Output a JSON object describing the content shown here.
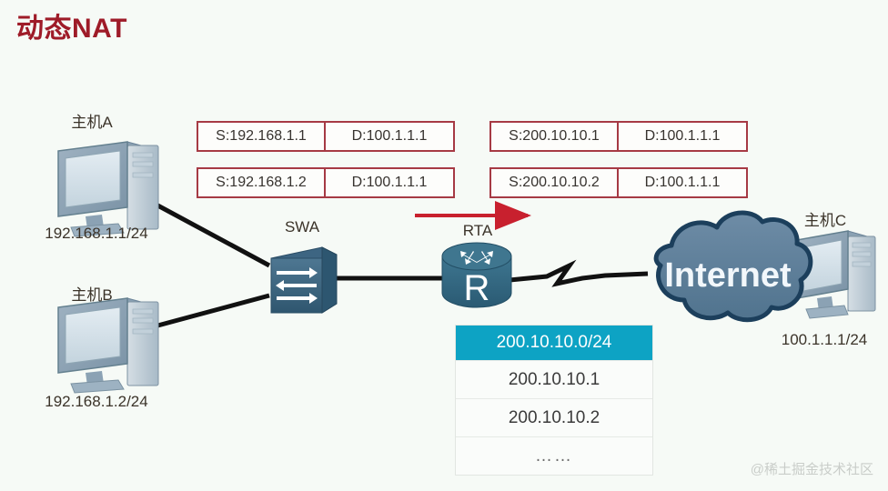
{
  "slide": {
    "title": "动态NAT",
    "background_color": "#f6faf6",
    "title_color": "#9e1b28",
    "watermark": "@稀土掘金技术社区"
  },
  "nodes": {
    "host_a": {
      "name": "主机A",
      "ip": "192.168.1.1/24",
      "icon": "pc-icon"
    },
    "host_b": {
      "name": "主机B",
      "ip": "192.168.1.2/24",
      "icon": "pc-icon"
    },
    "host_c": {
      "name": "主机C",
      "ip": "100.1.1.1/24",
      "icon": "pc-icon"
    },
    "switch": {
      "name": "SWA",
      "icon": "switch-icon"
    },
    "router": {
      "name": "RTA",
      "icon": "router-icon",
      "glyph": "R"
    },
    "cloud": {
      "name": "Internet",
      "icon": "cloud-icon"
    }
  },
  "packets": {
    "border_color": "#a63a44",
    "inside": [
      {
        "src": "S:192.168.1.1",
        "dst": "D:100.1.1.1"
      },
      {
        "src": "S:192.168.1.2",
        "dst": "D:100.1.1.1"
      }
    ],
    "outside": [
      {
        "src": "S:200.10.10.1",
        "dst": "D:100.1.1.1"
      },
      {
        "src": "S:200.10.10.2",
        "dst": "D:100.1.1.1"
      }
    ]
  },
  "flow_arrow": {
    "direction": "right",
    "color": "#c8202e"
  },
  "address_pool": {
    "header": "200.10.10.0/24",
    "header_color": "#0da3c4",
    "rows": [
      "200.10.10.1",
      "200.10.10.2",
      "……"
    ]
  }
}
